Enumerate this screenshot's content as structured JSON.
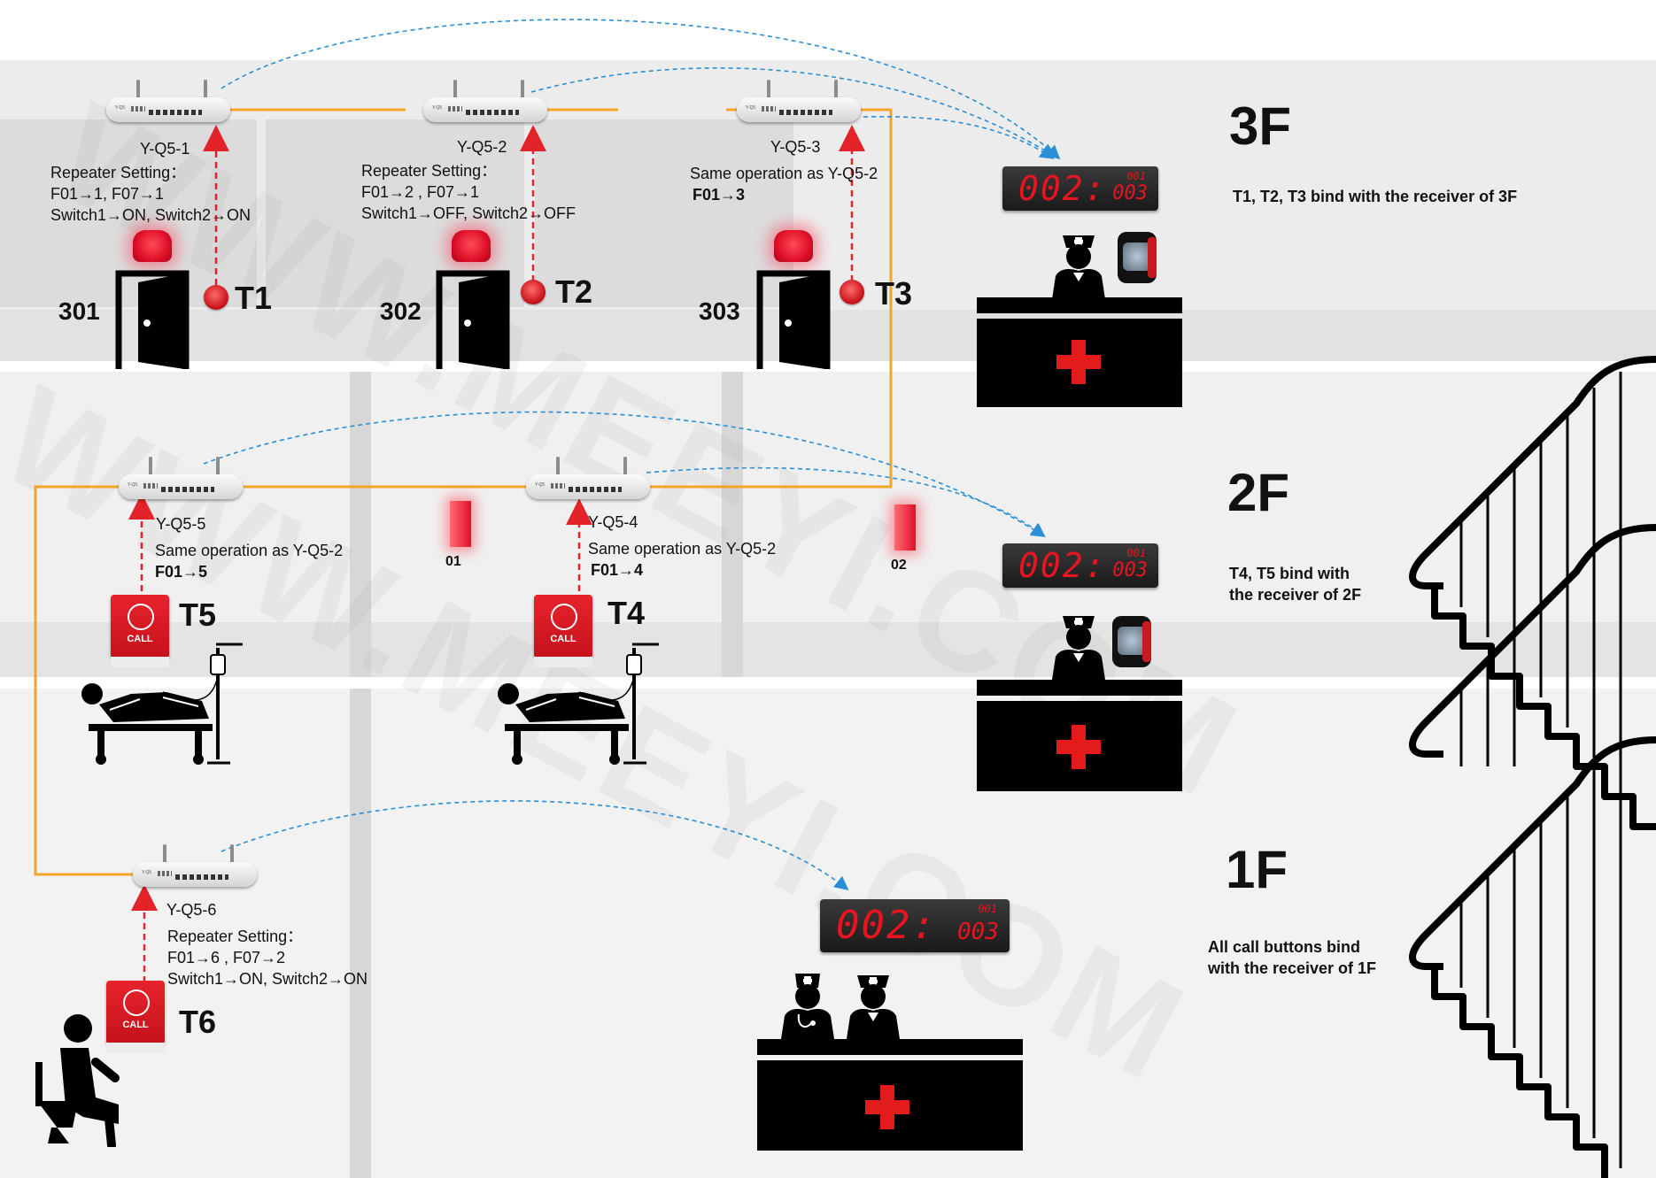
{
  "floors": [
    {
      "id": "3F",
      "label": "3F",
      "note": [
        "T1, T2, T3 bind with the receiver of 3F"
      ]
    },
    {
      "id": "2F",
      "label": "2F",
      "note": [
        "T4, T5 bind with",
        "the receiver of 2F"
      ]
    },
    {
      "id": "1F",
      "label": "1F",
      "note": [
        "All call buttons bind",
        "with the receiver of 1F"
      ]
    }
  ],
  "repeaters": [
    {
      "id": "Y-Q5-1",
      "label": "Y-Q5-1",
      "brand": "Y-Q5",
      "setting": [
        "Repeater Setting：",
        "F01→1, F07→1",
        "Switch1→ON, Switch2→ON"
      ]
    },
    {
      "id": "Y-Q5-2",
      "label": "Y-Q5-2",
      "brand": "Y-Q5",
      "setting": [
        "Repeater Setting：",
        "F01→2 , F07→1",
        "Switch1→OFF, Switch2→OFF"
      ]
    },
    {
      "id": "Y-Q5-3",
      "label": "Y-Q5-3",
      "brand": "Y-Q5",
      "setting": [
        "Same operation as Y-Q5-2",
        "F01→3"
      ]
    },
    {
      "id": "Y-Q5-5",
      "label": "Y-Q5-5",
      "brand": "Y-Q5",
      "setting": [
        "Same operation as Y-Q5-2",
        "F01→5"
      ]
    },
    {
      "id": "Y-Q5-4",
      "label": "Y-Q5-4",
      "brand": "Y-Q5",
      "setting": [
        "Same operation as Y-Q5-2",
        "F01→4"
      ]
    },
    {
      "id": "Y-Q5-6",
      "label": "Y-Q5-6",
      "brand": "Y-Q5",
      "setting": [
        "Repeater Setting：",
        "F01→6 , F07→2",
        "Switch1→ON, Switch2→ON"
      ]
    }
  ],
  "transmitters": [
    "T1",
    "T2",
    "T3",
    "T4",
    "T5",
    "T6"
  ],
  "rooms": [
    "301",
    "302",
    "303"
  ],
  "corridor_lights": [
    "01",
    "02"
  ],
  "call_box_text": "CALL",
  "receiver_display": {
    "main": "002:",
    "sub_top": "001",
    "sub_bottom": "003"
  },
  "watermark": "WWW.MEEYI.COM",
  "colors": {
    "cable": "#f2a52b",
    "wireless": "#2a8fd6",
    "signal": "#e3232a",
    "cross": "#e31b1b",
    "led": "#e81420"
  }
}
